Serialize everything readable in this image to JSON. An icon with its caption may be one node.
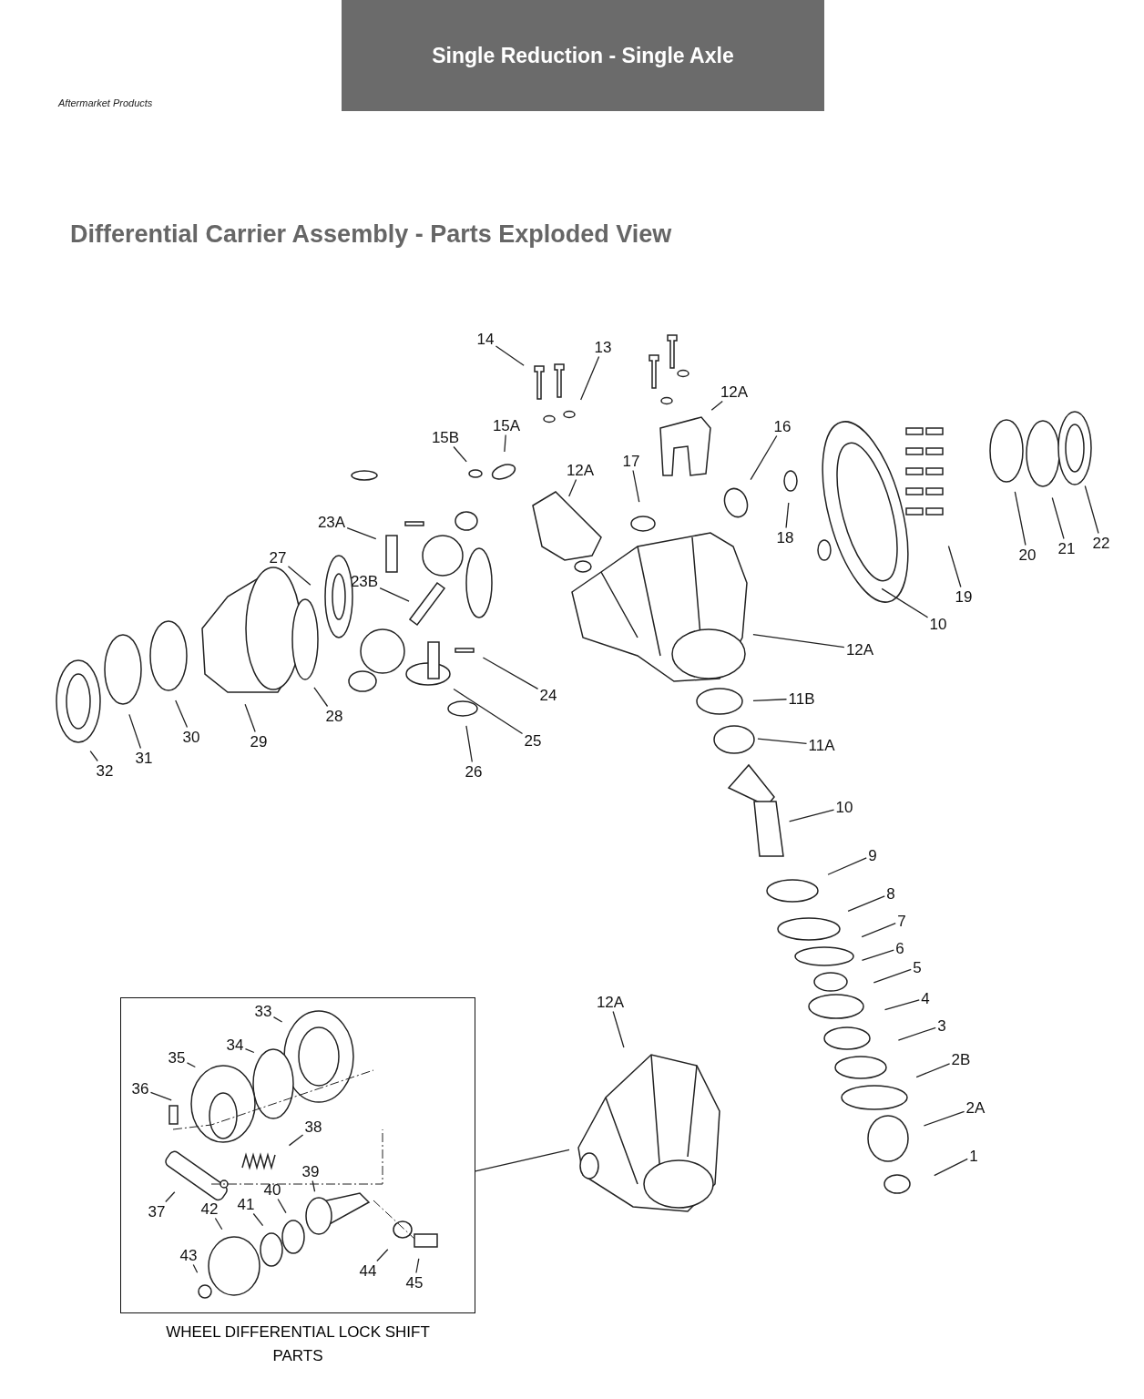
{
  "diagram": {
    "title": "Single Reduction - Single Axle",
    "nodes": [
      {
        "text": [
          "14"
        ]
      },
      {
        "text": [
          "13"
        ]
      },
      {
        "text": [
          "12A"
        ]
      },
      {
        "text": [
          "16"
        ]
      },
      {
        "text": [
          "15B"
        ]
      },
      {
        "text": [
          "15A"
        ]
      },
      {
        "text": [
          "12A"
        ]
      },
      {
        "text": [
          "17"
        ]
      },
      {
        "text": [
          "23A"
        ]
      },
      {
        "text": [
          "27"
        ]
      },
      {
        "text": [
          "23B"
        ]
      },
      {
        "text": [
          "18"
        ]
      },
      {
        "text": [
          "19"
        ]
      },
      {
        "text": [
          "20"
        ]
      },
      {
        "text": [
          "21"
        ]
      },
      {
        "text": [
          "22"
        ]
      },
      {
        "text": [
          "10"
        ]
      },
      {
        "text": [
          "12A"
        ]
      },
      {
        "text": [
          "28"
        ]
      },
      {
        "text": [
          "24"
        ]
      },
      {
        "text": [
          "29"
        ]
      },
      {
        "text": [
          "30"
        ]
      },
      {
        "text": [
          "31"
        ]
      },
      {
        "text": [
          "32"
        ]
      },
      {
        "text": [
          "25"
        ]
      },
      {
        "text": [
          "26"
        ]
      },
      {
        "text": [
          "11B"
        ]
      },
      {
        "text": [
          "11A"
        ]
      },
      {
        "text": [
          "10"
        ]
      },
      {
        "text": [
          "9"
        ]
      },
      {
        "text": [
          "8"
        ]
      },
      {
        "text": [
          "7"
        ]
      },
      {
        "text": [
          "6"
        ]
      },
      {
        "text": [
          "5"
        ]
      },
      {
        "text": [
          "4"
        ]
      },
      {
        "text": [
          "3"
        ]
      },
      {
        "text": [
          "2B"
        ]
      },
      {
        "text": [
          "2A"
        ]
      },
      {
        "text": [
          "1"
        ]
      },
      {
        "text": [
          "12A"
        ]
      },
      {
        "text": [],
        "shape": "picture"
      },
      {
        "text": [
          "WHEEL DIFFERENTIAL LOCK SHIFT PARTS"
        ]
      },
      {
        "text": [
          "33"
        ],
        "in": 41
      },
      {
        "text": [
          "34"
        ],
        "in": 41
      },
      {
        "text": [
          "35"
        ],
        "in": 41
      },
      {
        "text": [
          "36"
        ],
        "in": 41
      },
      {
        "text": [
          "37"
        ],
        "in": 41
      },
      {
        "text": [
          "38"
        ],
        "in": 41
      },
      {
        "text": [
          "39"
        ],
        "in": 41
      },
      {
        "text": [
          "40"
        ],
        "in": 41
      },
      {
        "text": [
          "41"
        ],
        "in": 41
      },
      {
        "text": [
          "42"
        ],
        "in": 41
      },
      {
        "text": [
          "43"
        ],
        "in": 41
      },
      {
        "text": [
          "44"
        ],
        "in": 41
      },
      {
        "text": [
          "45"
        ],
        "in": 41
      }
    ],
    "edges": [
      {
        "from": 0,
        "to": null,
        "arrow": "none"
      },
      {
        "from": 1,
        "to": null,
        "arrow": "none"
      },
      {
        "from": 2,
        "to": null,
        "arrow": "none"
      },
      {
        "from": 3,
        "to": null,
        "arrow": "none"
      },
      {
        "from": 4,
        "to": null,
        "arrow": "none"
      },
      {
        "from": 5,
        "to": null,
        "arrow": "none"
      },
      {
        "from": 6,
        "to": null,
        "arrow": "none"
      },
      {
        "from": 7,
        "to": null,
        "arrow": "none"
      },
      {
        "from": 8,
        "to": null,
        "arrow": "none"
      },
      {
        "from": 9,
        "to": null,
        "arrow": "none"
      },
      {
        "from": 10,
        "to": null,
        "arrow": "none"
      },
      {
        "from": 11,
        "to": null,
        "arrow": "none"
      },
      {
        "from": 12,
        "to": null,
        "arrow": "none"
      },
      {
        "from": 13,
        "to": null,
        "arrow": "none"
      },
      {
        "from": 14,
        "to": null,
        "arrow": "none"
      },
      {
        "from": 15,
        "to": null,
        "arrow": "none"
      },
      {
        "from": 16,
        "to": null,
        "arrow": "none"
      },
      {
        "from": 17,
        "to": null,
        "arrow": "none"
      },
      {
        "from": 18,
        "to": null,
        "arrow": "none"
      },
      {
        "from": 19,
        "to": null,
        "arrow": "none"
      },
      {
        "from": 20,
        "to": null,
        "arrow": "none"
      },
      {
        "from": 21,
        "to": null,
        "arrow": "none"
      },
      {
        "from": 22,
        "to": null,
        "arrow": "none"
      },
      {
        "from": 23,
        "to": null,
        "arrow": "none"
      },
      {
        "from": 24,
        "to": null,
        "arrow": "none"
      },
      {
        "from": 25,
        "to": null,
        "arrow": "none"
      },
      {
        "from": 26,
        "to": null,
        "arrow": "none"
      },
      {
        "from": 27,
        "to": null,
        "arrow": "none"
      },
      {
        "from": 28,
        "to": null,
        "arrow": "none"
      },
      {
        "from": 29,
        "to": null,
        "arrow": "none"
      },
      {
        "from": 30,
        "to": null,
        "arrow": "none"
      },
      {
        "from": 31,
        "to": null,
        "arrow": "none"
      },
      {
        "from": 32,
        "to": null,
        "arrow": "none"
      },
      {
        "from": 33,
        "to": null,
        "arrow": "none"
      },
      {
        "from": 34,
        "to": null,
        "arrow": "none"
      },
      {
        "from": 35,
        "to": null,
        "arrow": "none"
      },
      {
        "from": 36,
        "to": null,
        "arrow": "none"
      },
      {
        "from": 37,
        "to": null,
        "arrow": "none"
      },
      {
        "from": 38,
        "to": null,
        "arrow": "none"
      },
      {
        "from": 39,
        "to": 40,
        "arrow": "none"
      },
      {
        "from": 41,
        "to": 40,
        "arrow": "none"
      },
      {
        "from": 42,
        "to": null,
        "arrow": "none"
      },
      {
        "from": 43,
        "to": null,
        "arrow": "none"
      },
      {
        "from": 44,
        "to": null,
        "arrow": "none"
      },
      {
        "from": 45,
        "to": null,
        "arrow": "none"
      },
      {
        "from": 46,
        "to": null,
        "arrow": "none"
      },
      {
        "from": 47,
        "to": null,
        "arrow": "none"
      },
      {
        "from": 48,
        "to": null,
        "arrow": "none"
      },
      {
        "from": 49,
        "to": null,
        "arrow": "none"
      },
      {
        "from": 50,
        "to": null,
        "arrow": "none"
      },
      {
        "from": 51,
        "to": null,
        "arrow": "none"
      },
      {
        "from": 52,
        "to": null,
        "arrow": "none"
      },
      {
        "from": 53,
        "to": null,
        "arrow": "none"
      },
      {
        "from": 54,
        "to": null,
        "arrow": "none"
      }
    ],
    "labels": [
      "Aftermarket Products",
      "Differential Carrier Assembly - Parts Exploded View"
    ]
  }
}
